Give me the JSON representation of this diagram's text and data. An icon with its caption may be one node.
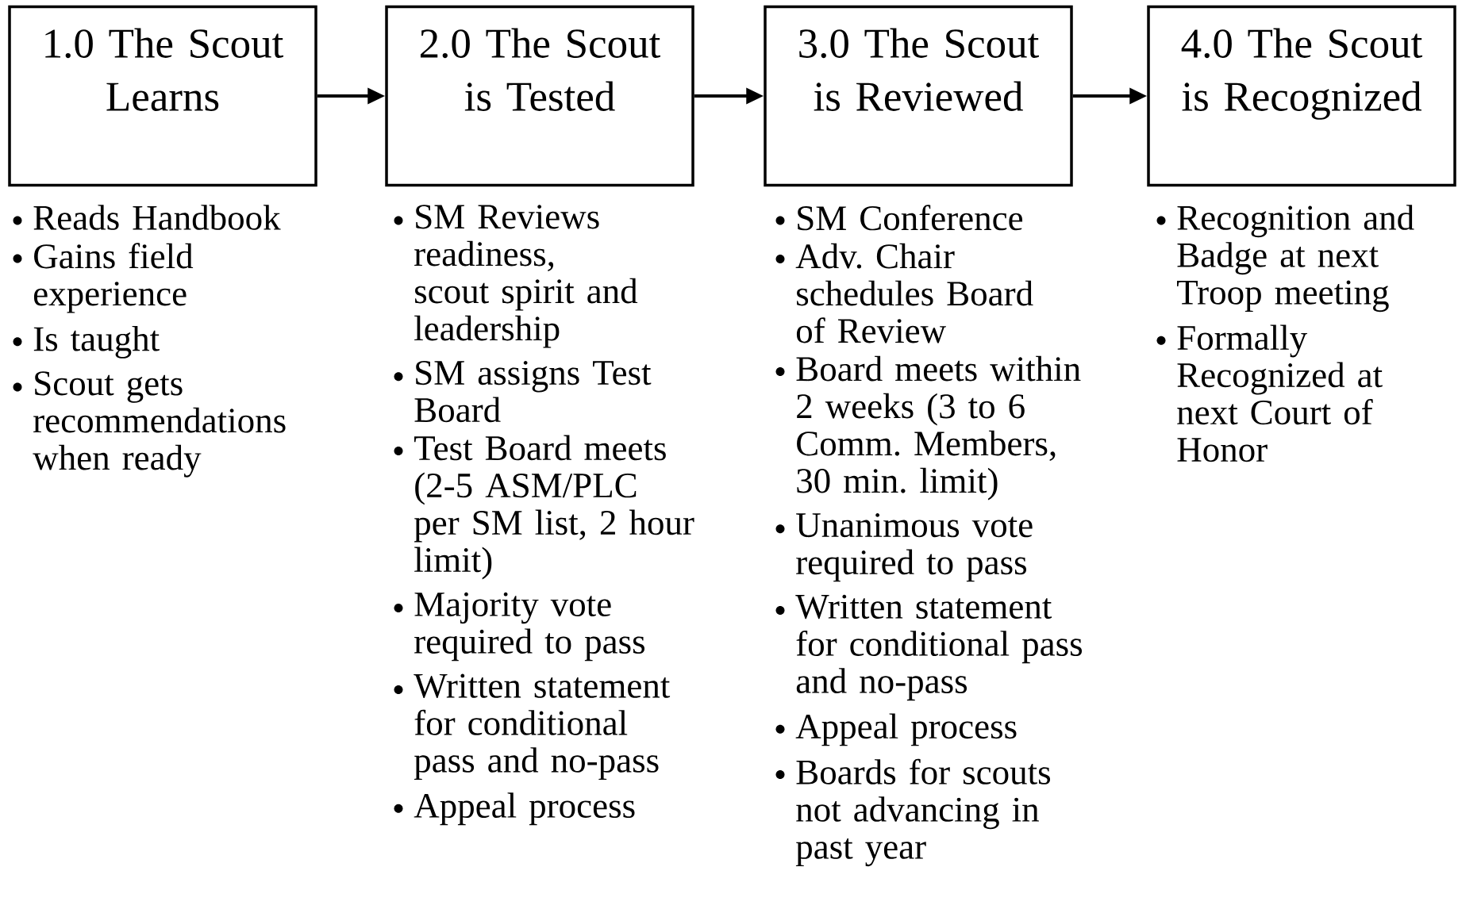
{
  "diagram": {
    "nodes": [
      {
        "text": [
          "1.0 The Scout Learns"
        ],
        "beside": [
          "Reads Handbook",
          "Gains field experience",
          "Is taught",
          "Scout gets recommendations when ready"
        ]
      },
      {
        "text": [
          "2.0 The Scout is Tested"
        ],
        "beside": [
          "SM Reviews readiness, scout spirit and leadership",
          "SM assigns Test Board",
          "Test Board meets (2-5 ASM/PLC per SM list, 2 hour limit)",
          "Majority vote required to pass",
          "Written statement for conditional pass and no-pass",
          "Appeal process"
        ]
      },
      {
        "text": [
          "3.0 The Scout is Reviewed"
        ],
        "beside": [
          "SM Conference",
          "Adv. Chair schedules Board of Review",
          "Board meets within 2 weeks (3 to 6 Comm. Members, 30 min. limit)",
          "Unanimous vote required to pass",
          "Written statement for conditional pass and no-pass",
          "Appeal process",
          "Boards for scouts not advancing in past year"
        ]
      },
      {
        "text": [
          "4.0 The Scout is Recognized"
        ],
        "beside": [
          "Recognition and Badge at next Troop meeting",
          "Formally Recognized at next Court of Honor"
        ]
      }
    ],
    "edges": [
      {
        "from": 0,
        "to": 1,
        "arrow": "to"
      },
      {
        "from": 1,
        "to": 2,
        "arrow": "to"
      },
      {
        "from": 2,
        "to": 3,
        "arrow": "to"
      }
    ]
  }
}
